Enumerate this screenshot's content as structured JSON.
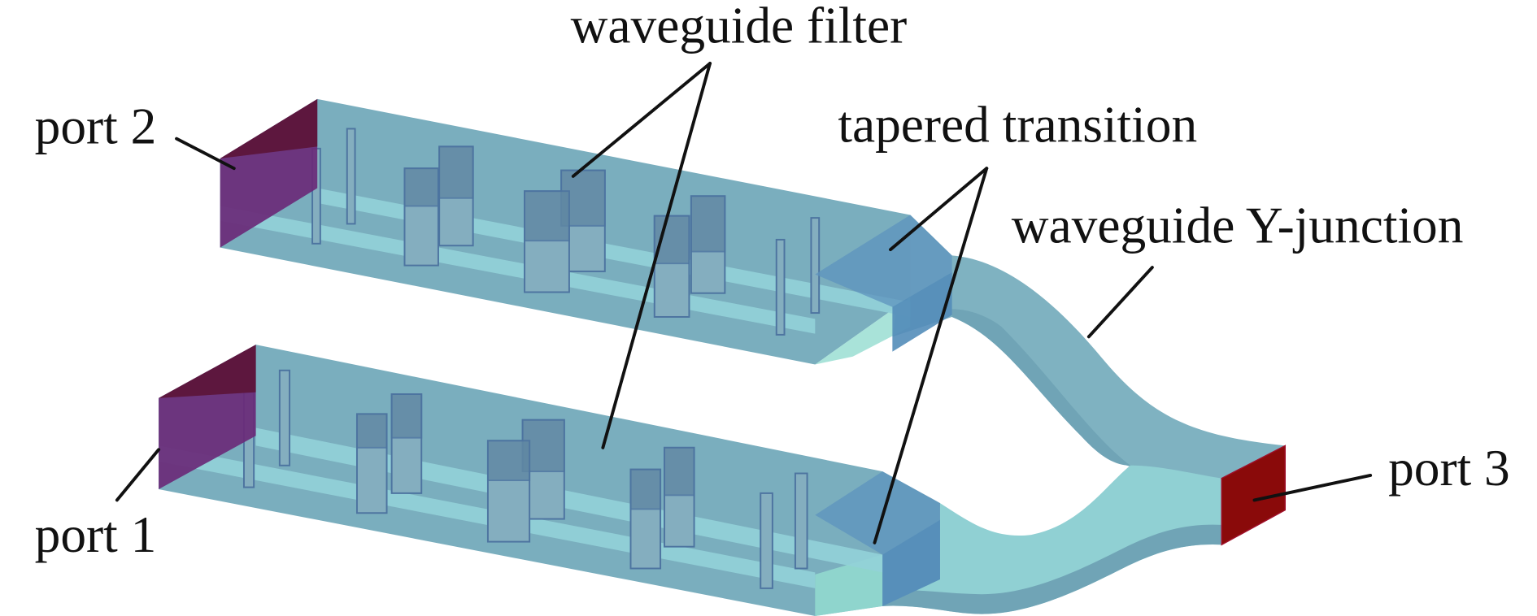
{
  "figure": {
    "description": "3D model of a waveguide diplexer: two waveguide filters with tapered transitions joined by a waveguide Y-junction",
    "labels": {
      "waveguide_filter": "waveguide filter",
      "port_2": "port 2",
      "tapered_transition": "tapered transition",
      "waveguide_y_junction": "waveguide Y-junction",
      "port_3": "port 3",
      "port_1": "port 1"
    },
    "colors": {
      "waveguide_body": "#7aaebe",
      "highlight_stripe": "#92d2d8",
      "port_1_2_face": "#6a2a78",
      "port_1_2_face_top": "#5c1538",
      "port_3_face": "#8a0a0a",
      "filter_post_edge": "#4d74a0",
      "tapered_section": "#5d93bd",
      "leader_line": "#111111"
    },
    "components": [
      {
        "name": "upper waveguide filter",
        "port": "port 2",
        "posts": 10
      },
      {
        "name": "lower waveguide filter",
        "port": "port 1",
        "posts": 10
      },
      {
        "name": "tapered transition",
        "count": 2
      },
      {
        "name": "waveguide Y-junction",
        "port": "port 3"
      }
    ]
  }
}
